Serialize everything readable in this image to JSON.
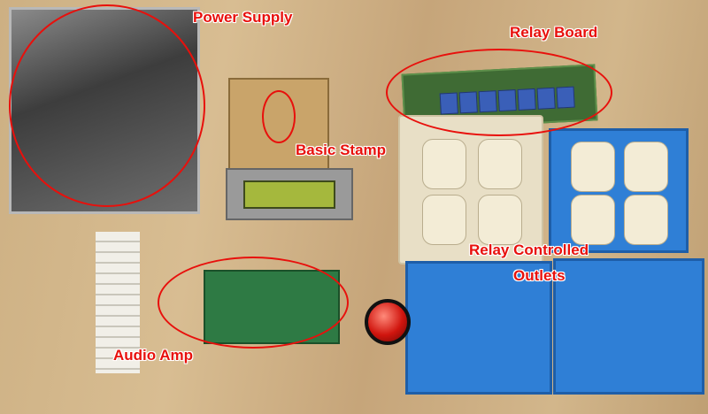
{
  "image": {
    "description_type": "annotated-photo"
  },
  "labels": {
    "power_supply": "Power Supply",
    "relay_board": "Relay Board",
    "basic_stamp": "Basic Stamp",
    "relay_controlled": "Relay Controlled",
    "outlets": "Outlets",
    "audio_amp": "Audio Amp"
  },
  "colors": {
    "annotation": "#e8100c",
    "outline": "#ffffff"
  }
}
